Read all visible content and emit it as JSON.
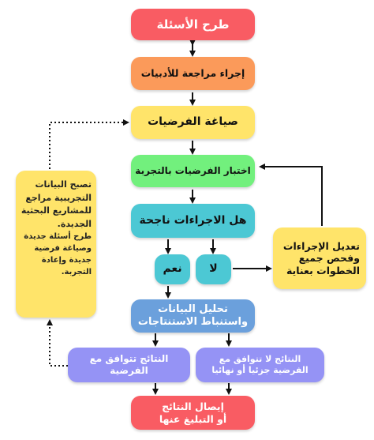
{
  "colors": {
    "red": "#f95c63",
    "orange": "#fb9a5a",
    "yellow": "#ffe46a",
    "green": "#72f07d",
    "teal": "#4cc8d4",
    "blue": "#6ba0dc",
    "purple": "#9593f5",
    "side_yellow": "#ffe46a"
  },
  "nodes": {
    "ask_questions": "طرح الأسئلة",
    "literature_review": "إجراء مراجعة للأدبيات",
    "formulate_hypotheses": "صياغة الفرضيات",
    "test_hypotheses": "اختبار الفرضيات بالتجربة",
    "procedures_success": "هل الاجراءات ناجحة",
    "yes": "نعم",
    "no": "لا",
    "analyze_data_line1": "تحليل البيانات",
    "analyze_data_line2": "واستنباط الاستنتاجات",
    "results_match": "النتائج تتوافق مع الفرضية",
    "results_not_match": "النتائج لا تتوافق مع الفرضية جزئيا أو نهائيا",
    "communicate_results_line1": "إيصال النتائج",
    "communicate_results_line2": "أو التبليغ عنها",
    "modify_procedures": "تعديل الإجراءات وفحص جميع الخطوات بعناية",
    "side_note_part1": "تصبح البيانات التجريبية مراجع للمشاريع البحثية الجديدة.",
    "side_note_part2": "طرح أسئلة جديدة وصياغة فرضية جديدة وإعادة التجربة."
  }
}
